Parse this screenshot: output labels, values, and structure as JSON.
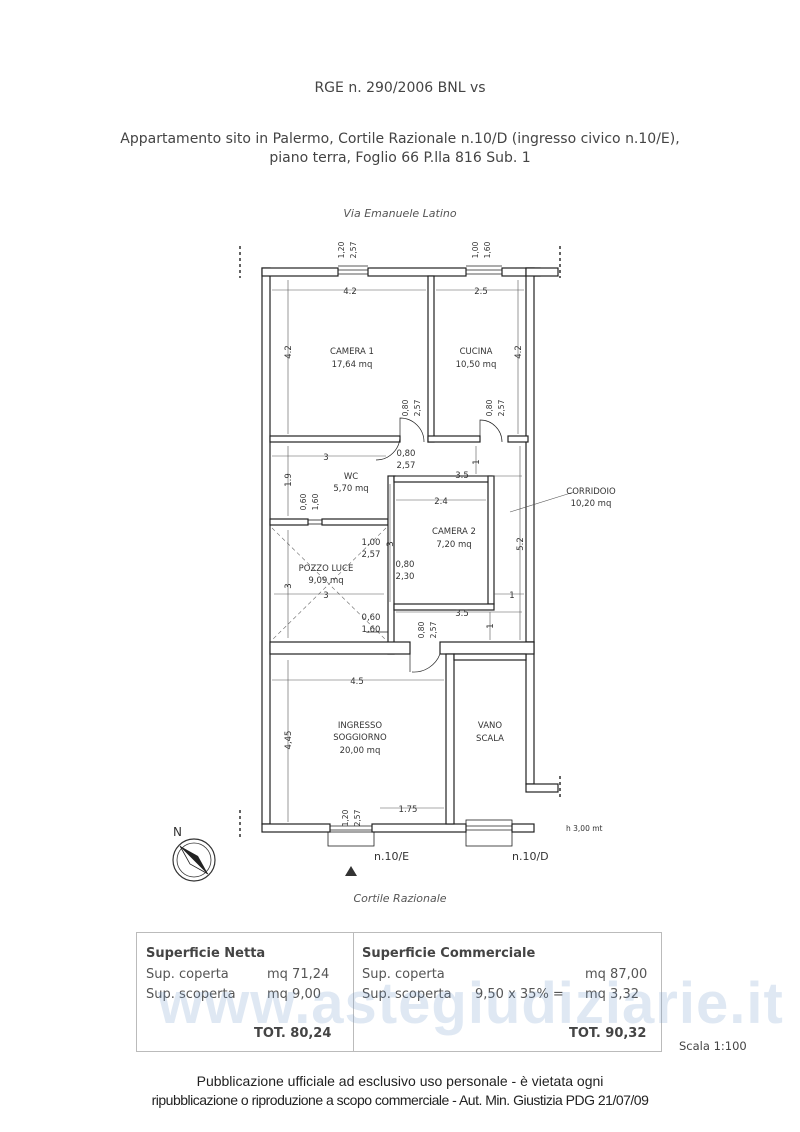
{
  "header": {
    "ref": "RGE n. 290/2006  BNL vs",
    "address_line1": "Appartamento sito in Palermo, Cortile Razionale n.10/D (ingresso civico n.10/E),",
    "address_line2": "piano terra, Foglio 66 P.lla 816 Sub. 1"
  },
  "plan": {
    "street_top": "Via Emanuele Latino",
    "street_bottom": "Cortile Razionale",
    "north": "N",
    "height_note": "h 3,00 mt",
    "entrance_e": "n.10/E",
    "entrance_d": "n.10/D",
    "rooms": {
      "camera1": {
        "name": "CAMERA 1",
        "area": "17,64 mq"
      },
      "cucina": {
        "name": "CUCINA",
        "area": "10,50 mq"
      },
      "wc": {
        "name": "WC",
        "area": "5,70 mq"
      },
      "corridoio": {
        "name": "CORRIDOIO",
        "area": "10,20 mq"
      },
      "camera2": {
        "name": "CAMERA 2",
        "area": "7,20 mq"
      },
      "pozzo": {
        "name": "POZZO LUCE",
        "area": "9,09 mq"
      },
      "ingresso_name1": "INGRESSO",
      "ingresso_name2": "SOGGIORNO",
      "ingresso_area": "20,00 mq",
      "vano1": "VANO",
      "vano2": "SCALA"
    },
    "dims": {
      "d_4_2a": "4.2",
      "d_2_5": "2.5",
      "d_4_2b": "4.2",
      "d_4_2c": "4.2",
      "d_3a": "3",
      "d_3_5a": "3.5",
      "d_1_9": "1.9",
      "d_2_4": "2.4",
      "d_3b": "3",
      "d_5_2": "5.2",
      "d_3c": "3",
      "d_3d": "3",
      "d_1a": "1",
      "d_1b": "1",
      "d_1c": "1",
      "d_3_5b": "3.5",
      "d_4_5": "4.5",
      "d_4_45": "4,45",
      "d_1_75": "1.75",
      "w1a": "1,20",
      "w1b": "2,57",
      "w2a": "1,00",
      "w2b": "1,60",
      "w3a": "0,80",
      "w3b": "2,57",
      "w4a": "0,80",
      "w4b": "2,57",
      "w5a": "0,80",
      "w5b": "2,57",
      "w6a": "0,60",
      "w6b": "1,60",
      "w7a": "1,00",
      "w7b": "2,57",
      "w8a": "0,80",
      "w8b": "2,30",
      "w9a": "0,60",
      "w9b": "1,60",
      "w10a": "0,80",
      "w10b": "2,57",
      "w11a": "1,20",
      "w11b": "2,57"
    }
  },
  "table": {
    "netta": {
      "title": "Superficie Netta",
      "row1_label": "Sup. coperta",
      "row1_value": "mq  71,24",
      "row2_label": "Sup. scoperta",
      "row2_value": "mq    9,00",
      "total": "TOT.  80,24"
    },
    "commerciale": {
      "title": "Superficie Commerciale",
      "row1_label": "Sup. coperta",
      "row1_value": "mq  87,00",
      "row2_label": "Sup. scoperta",
      "row2_calc": "9,50 x 35% =",
      "row2_value": "mq     3,32",
      "total": "TOT.  90,32"
    }
  },
  "scale": "Scala 1:100",
  "watermark": "www.astegiudiziarie.it",
  "disclaimer_line1": "Pubblicazione ufficiale ad esclusivo uso personale - è vietata ogni",
  "disclaimer_line2": "ripubblicazione o riproduzione a scopo commerciale - Aut. Min. Giustizia PDG 21/07/09"
}
